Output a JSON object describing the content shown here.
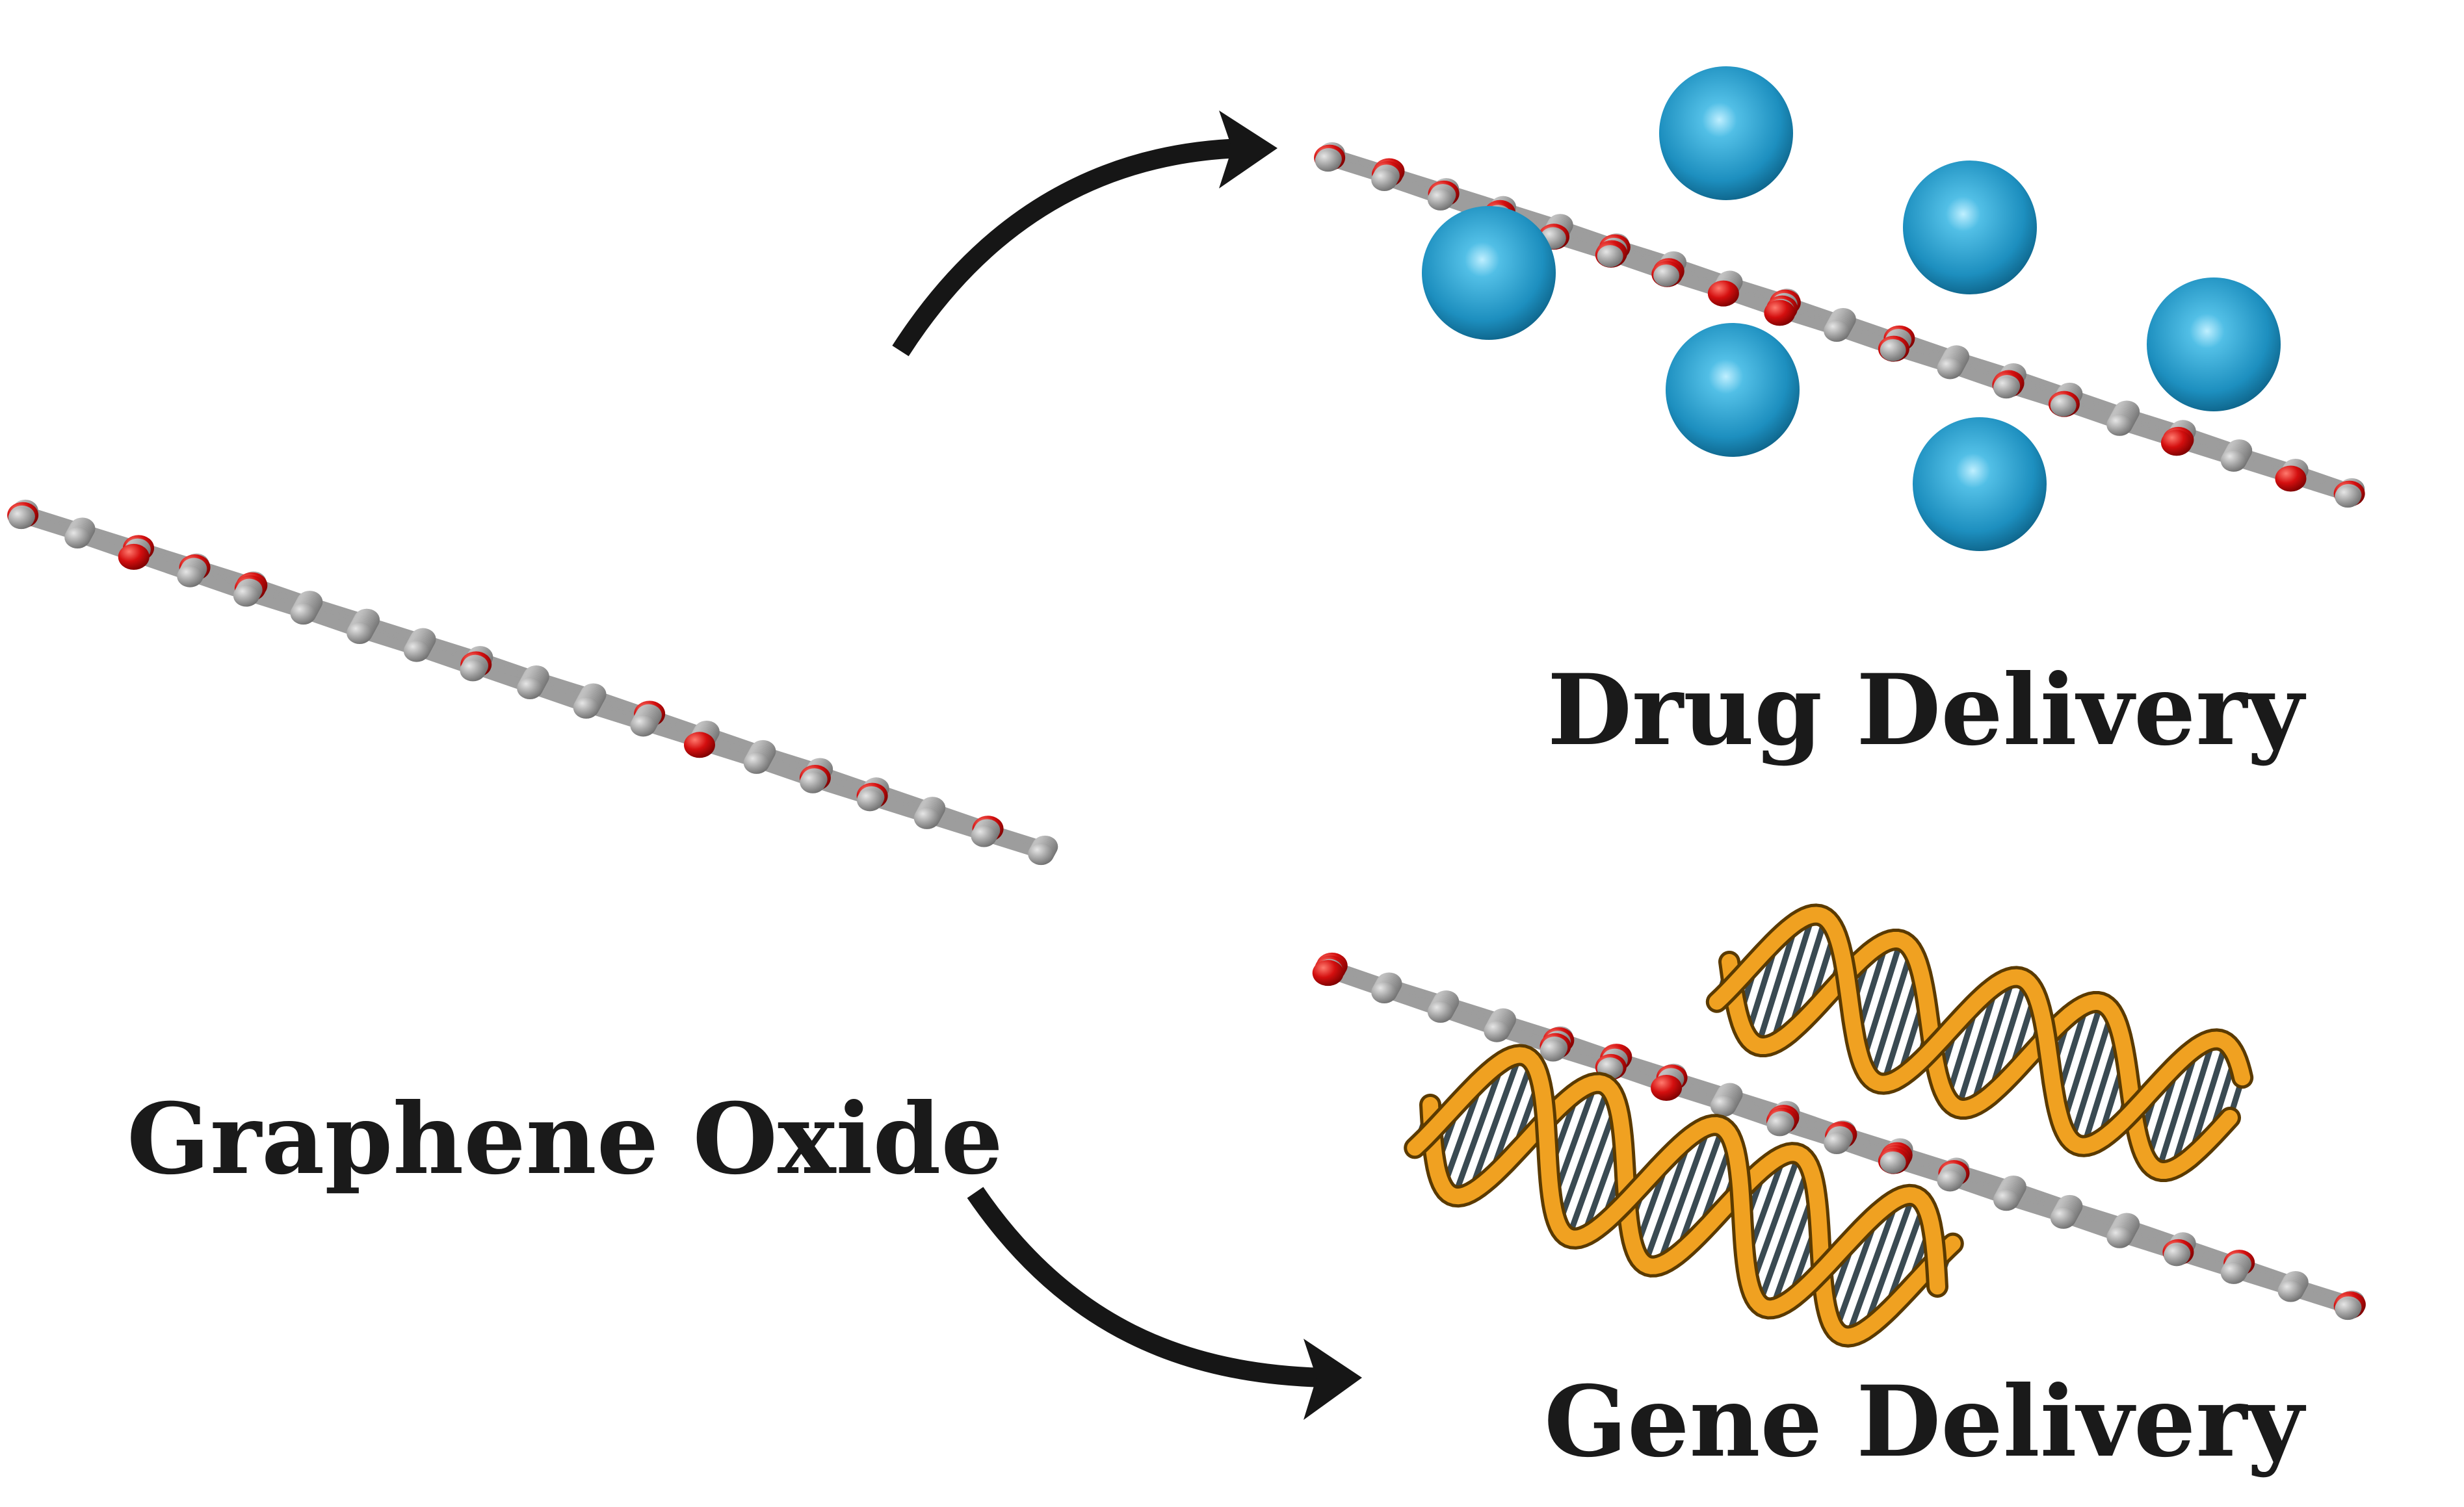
{
  "labels": {
    "source": "Graphene Oxide",
    "drug": "Drug Delivery",
    "gene": "Gene Delivery"
  },
  "colors": {
    "carbon": "#a3a3a3",
    "oxygen": "#d40f0f",
    "drug": "#1d8fbf",
    "dna_backbone": "#f0a121",
    "dna_rungs": "#3a4a52",
    "arrow": "#161616",
    "text": "#1a1a1a"
  },
  "icons": [
    "graphene-oxide-sheet",
    "drug-molecule-sphere",
    "dna-double-helix",
    "curved-arrow"
  ]
}
